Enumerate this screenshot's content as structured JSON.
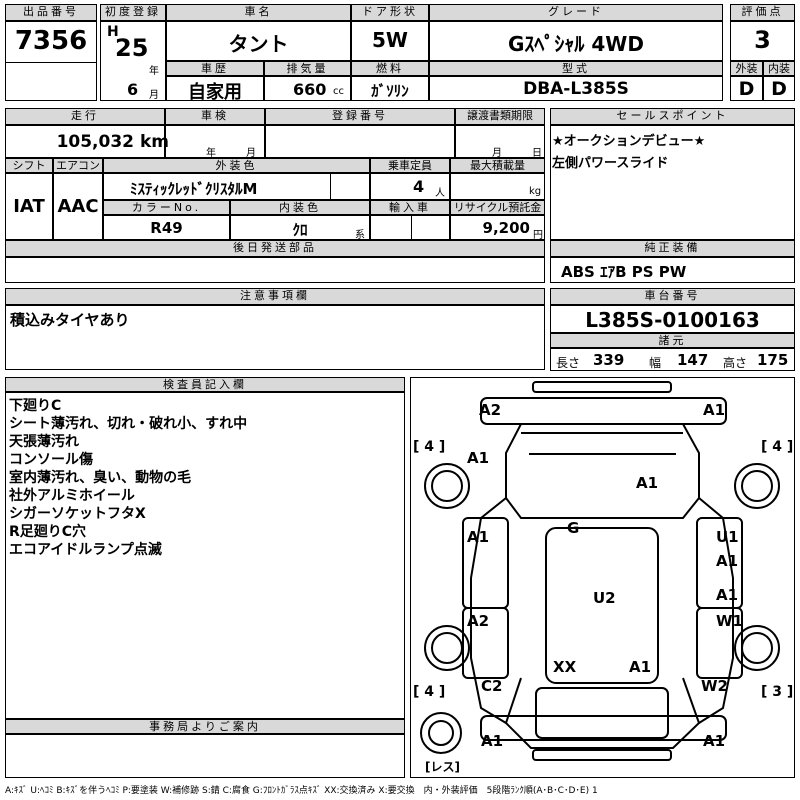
{
  "lot": {
    "label": "出品番号",
    "value": "7356"
  },
  "first_reg": {
    "label": "初度登録",
    "era": "H",
    "year": "25",
    "year_unit": "年",
    "month": "6",
    "month_unit": "月"
  },
  "car_name": {
    "label": "車名",
    "value": "タント"
  },
  "door": {
    "label": "ドア形状",
    "value": "5W"
  },
  "grade": {
    "label": "グレード",
    "value": "Gｽﾍﾟｼｬﾙ 4WD"
  },
  "score": {
    "label": "評価点",
    "value": "3"
  },
  "history": {
    "label": "車歴",
    "value": "自家用"
  },
  "displacement": {
    "label": "排気量",
    "value": "660",
    "unit": "cc"
  },
  "fuel": {
    "label": "燃料",
    "value": "ｶﾞｿﾘﾝ"
  },
  "model": {
    "label": "型式",
    "value": "DBA-L385S"
  },
  "exterior_score": {
    "label": "外装",
    "value": "D"
  },
  "interior_score": {
    "label": "内装",
    "value": "D"
  },
  "mileage": {
    "label": "走行",
    "value": "105,032",
    "unit": "km"
  },
  "inspection": {
    "label": "車検",
    "year_unit": "年",
    "month_unit": "月"
  },
  "reg_no": {
    "label": "登録番号"
  },
  "transfer_deadline": {
    "label": "譲渡書類期限",
    "month_unit": "月",
    "day_unit": "日"
  },
  "shift": {
    "label": "シフト",
    "value": "IAT"
  },
  "ac": {
    "label": "エアコン",
    "value": "AAC"
  },
  "ext_color": {
    "label": "外装色",
    "value": "ﾐｽﾃｨｯｸﾚｯﾄﾞｸﾘｽﾀﾙM"
  },
  "capacity": {
    "label": "乗車定員",
    "value": "4",
    "unit": "人"
  },
  "max_load": {
    "label": "最大積載量",
    "unit": "kg"
  },
  "color_no": {
    "label": "カラーNo.",
    "value": "R49"
  },
  "int_color": {
    "label": "内装色",
    "value": "ｸﾛ",
    "unit": "系"
  },
  "import": {
    "label": "輸入車"
  },
  "recycle": {
    "label": "リサイクル預託金",
    "value": "9,200",
    "unit": "円"
  },
  "later_parts": {
    "label": "後日発送部品"
  },
  "sales_point": {
    "label": "セールスポイント",
    "lines": [
      "★オークションデビュー★",
      "左側パワースライド"
    ]
  },
  "equipment": {
    "label": "純正装備",
    "value": "ABS ｴｱB PS PW"
  },
  "notes": {
    "label": "注意事項欄",
    "value": "積込みタイヤあり"
  },
  "chassis": {
    "label": "車台番号",
    "value": "L385S-0100163"
  },
  "specs": {
    "label": "諸元",
    "length_label": "長さ",
    "length": "339",
    "width_label": "幅",
    "width": "147",
    "height_label": "高さ",
    "height": "175"
  },
  "inspector": {
    "label": "検査員記入欄",
    "lines": [
      "下廻りC",
      "シート薄汚れ、切れ・破れ小、すれ中",
      "天張薄汚れ",
      "コンソール傷",
      "室内薄汚れ、臭い、動物の毛",
      "社外アルミホイール",
      "シガーソケットフタX",
      "R足廻りC穴",
      "エコアイドルランプ点滅"
    ]
  },
  "office": {
    "label": "事務局よりご案内"
  },
  "diagram": {
    "marks": [
      "A2",
      "A1",
      "A1",
      "A1",
      "G",
      "A1",
      "U1",
      "A1",
      "A1",
      "U2",
      "A2",
      "W1",
      "XX",
      "A1",
      "C2",
      "W2",
      "A1",
      "A1"
    ],
    "tires": [
      "4",
      "4",
      "4",
      "3"
    ],
    "spare": "レス"
  },
  "legend": "A:ｷｽﾞ U:ﾍｺﾐ B:ｷｽﾞを伴うﾍｺﾐ P:要塗装 W:補修跡 S:錆 C:腐食 G:ﾌﾛﾝﾄｶﾞﾗｽ点ｷｽﾞ XX:交換済み X:要交換　内・外装評価　5段階ﾗﾝｸ順(A･B･C･D･E) 1"
}
